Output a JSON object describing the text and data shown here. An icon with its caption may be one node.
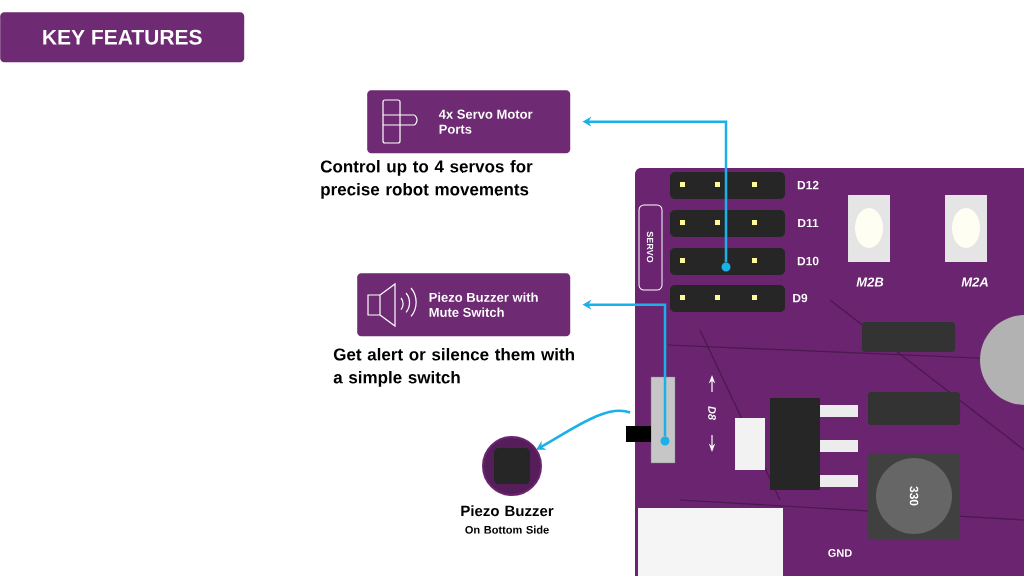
{
  "diagram": {
    "title": "KEY FEATURES",
    "nodes": [
      {
        "text": [
          "4x Servo Motor Ports"
        ],
        "beside": [
          "Control up to 4 servos for precise robot movements"
        ]
      },
      {
        "text": [
          "Piezo Buzzer with Mute Switch"
        ],
        "beside": [
          "Get alert or silence them with a simple switch"
        ]
      },
      {
        "text": [],
        "shape": "circle"
      },
      {
        "text": [],
        "shape": "picture"
      },
      {
        "text": [],
        "shape": "circle",
        "in": 3
      },
      {
        "text": [],
        "shape": "picture",
        "beside": [
          "Piezo Buzzer",
          "On Bottom Side"
        ]
      }
    ],
    "edges": [
      {
        "from": 2,
        "to": 0,
        "arrow": "to"
      },
      {
        "from": 4,
        "to": 1,
        "arrow": "to"
      },
      {
        "from": 3,
        "to": 5,
        "arrow": "to"
      }
    ],
    "labels": [
      "D12",
      "SERVO",
      "D11",
      "D10",
      "M2B",
      "M2A",
      "D9",
      "D8",
      "330",
      "GND"
    ]
  }
}
